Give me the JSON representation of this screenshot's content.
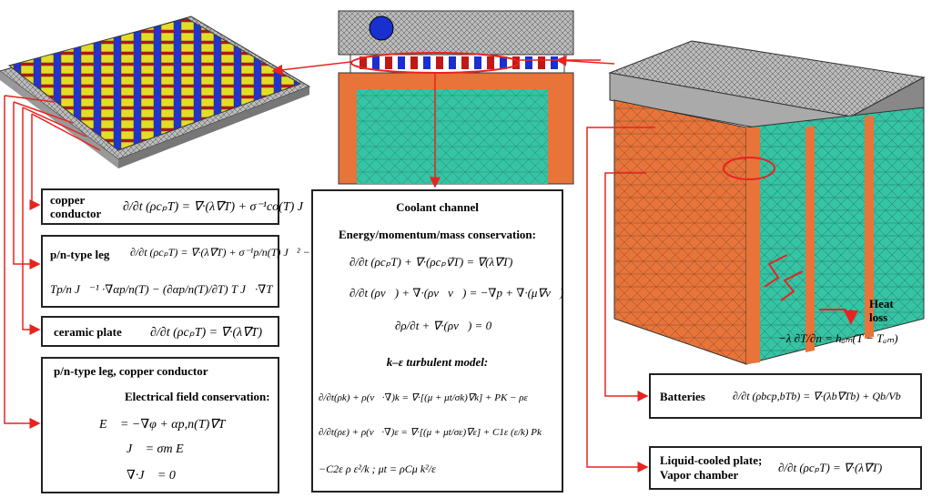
{
  "copper": {
    "label1": "copper",
    "label2": "conductor",
    "eq": "∂/∂t (ρcₚT) = ∇·(λ∇T) + σ⁻¹co(T) J⃗²"
  },
  "pn": {
    "label": "p/n-type leg",
    "eq1": "∂/∂t (ρcₚT) = ∇·(λ∇T) + σ⁻¹p/n(T) J⃗² −",
    "eq2": "Tp/n J⃗⁻¹ ·∇αp/n(T) − (∂αp/n(T)/∂T) T J⃗·∇T"
  },
  "ceramic": {
    "label": "ceramic plate",
    "eq": "∂/∂t (ρcₚT) = ∇·(λ∇T)"
  },
  "electrical": {
    "title": "p/n-type leg, copper conductor",
    "subtitle": "Electrical field conservation:",
    "eq1": "E⃗ = −∇φ + αp,n(T)∇T",
    "eq2": "J⃗ = σm E⃗",
    "eq3": "∇·J⃗ = 0"
  },
  "coolant": {
    "title": "Coolant channel",
    "sub1": "Energy/momentum/mass conservation:",
    "eq1": "∂/∂t (ρcₚT) + ∇·(ρcₚv⃗T) = ∇(λ∇T)",
    "eq2": "∂/∂t (ρv⃗) + ∇·(ρv⃗v⃗) = −∇p + ∇·(μ∇v⃗)",
    "eq3": "∂ρ/∂t + ∇·(ρv⃗) = 0",
    "sub2": "k–ε turbulent model:",
    "eq4": "∂/∂t(ρk) + ρ(v⃗·∇)k = ∇·[(μ + μt/σk)∇k] + PK − ρε",
    "eq5": "∂/∂t(ρε) + ρ(v⃗·∇)ε = ∇·[(μ + μt/σε)∇ε] + C1ε (ε/k) Pk",
    "eq6": "−C2ε ρ ε²/k ;        μt = ρCμ k²/ε"
  },
  "heat": {
    "label1": "Heat",
    "label2": "loss",
    "eq": "−λ ∂T/∂n = hₐₘ(T − Tₐₘ)"
  },
  "batteries": {
    "label": "Batteries",
    "eq": "∂/∂t (ρbcp,bTb) = ∇·(λb∇Tb) + Qb/Vb"
  },
  "plate": {
    "label1": "Liquid-cooled plate;",
    "label2": "Vapor chamber",
    "eq": "∂/∂t (ρcₚT) = ∇·(λ∇T)"
  },
  "colors": {
    "arrow": "#e8231f",
    "orange": "#e8743a",
    "teal": "#35c4a4",
    "yellow": "#e8e020",
    "blue": "#1a2fd0",
    "grey": "#c8c8c8"
  }
}
